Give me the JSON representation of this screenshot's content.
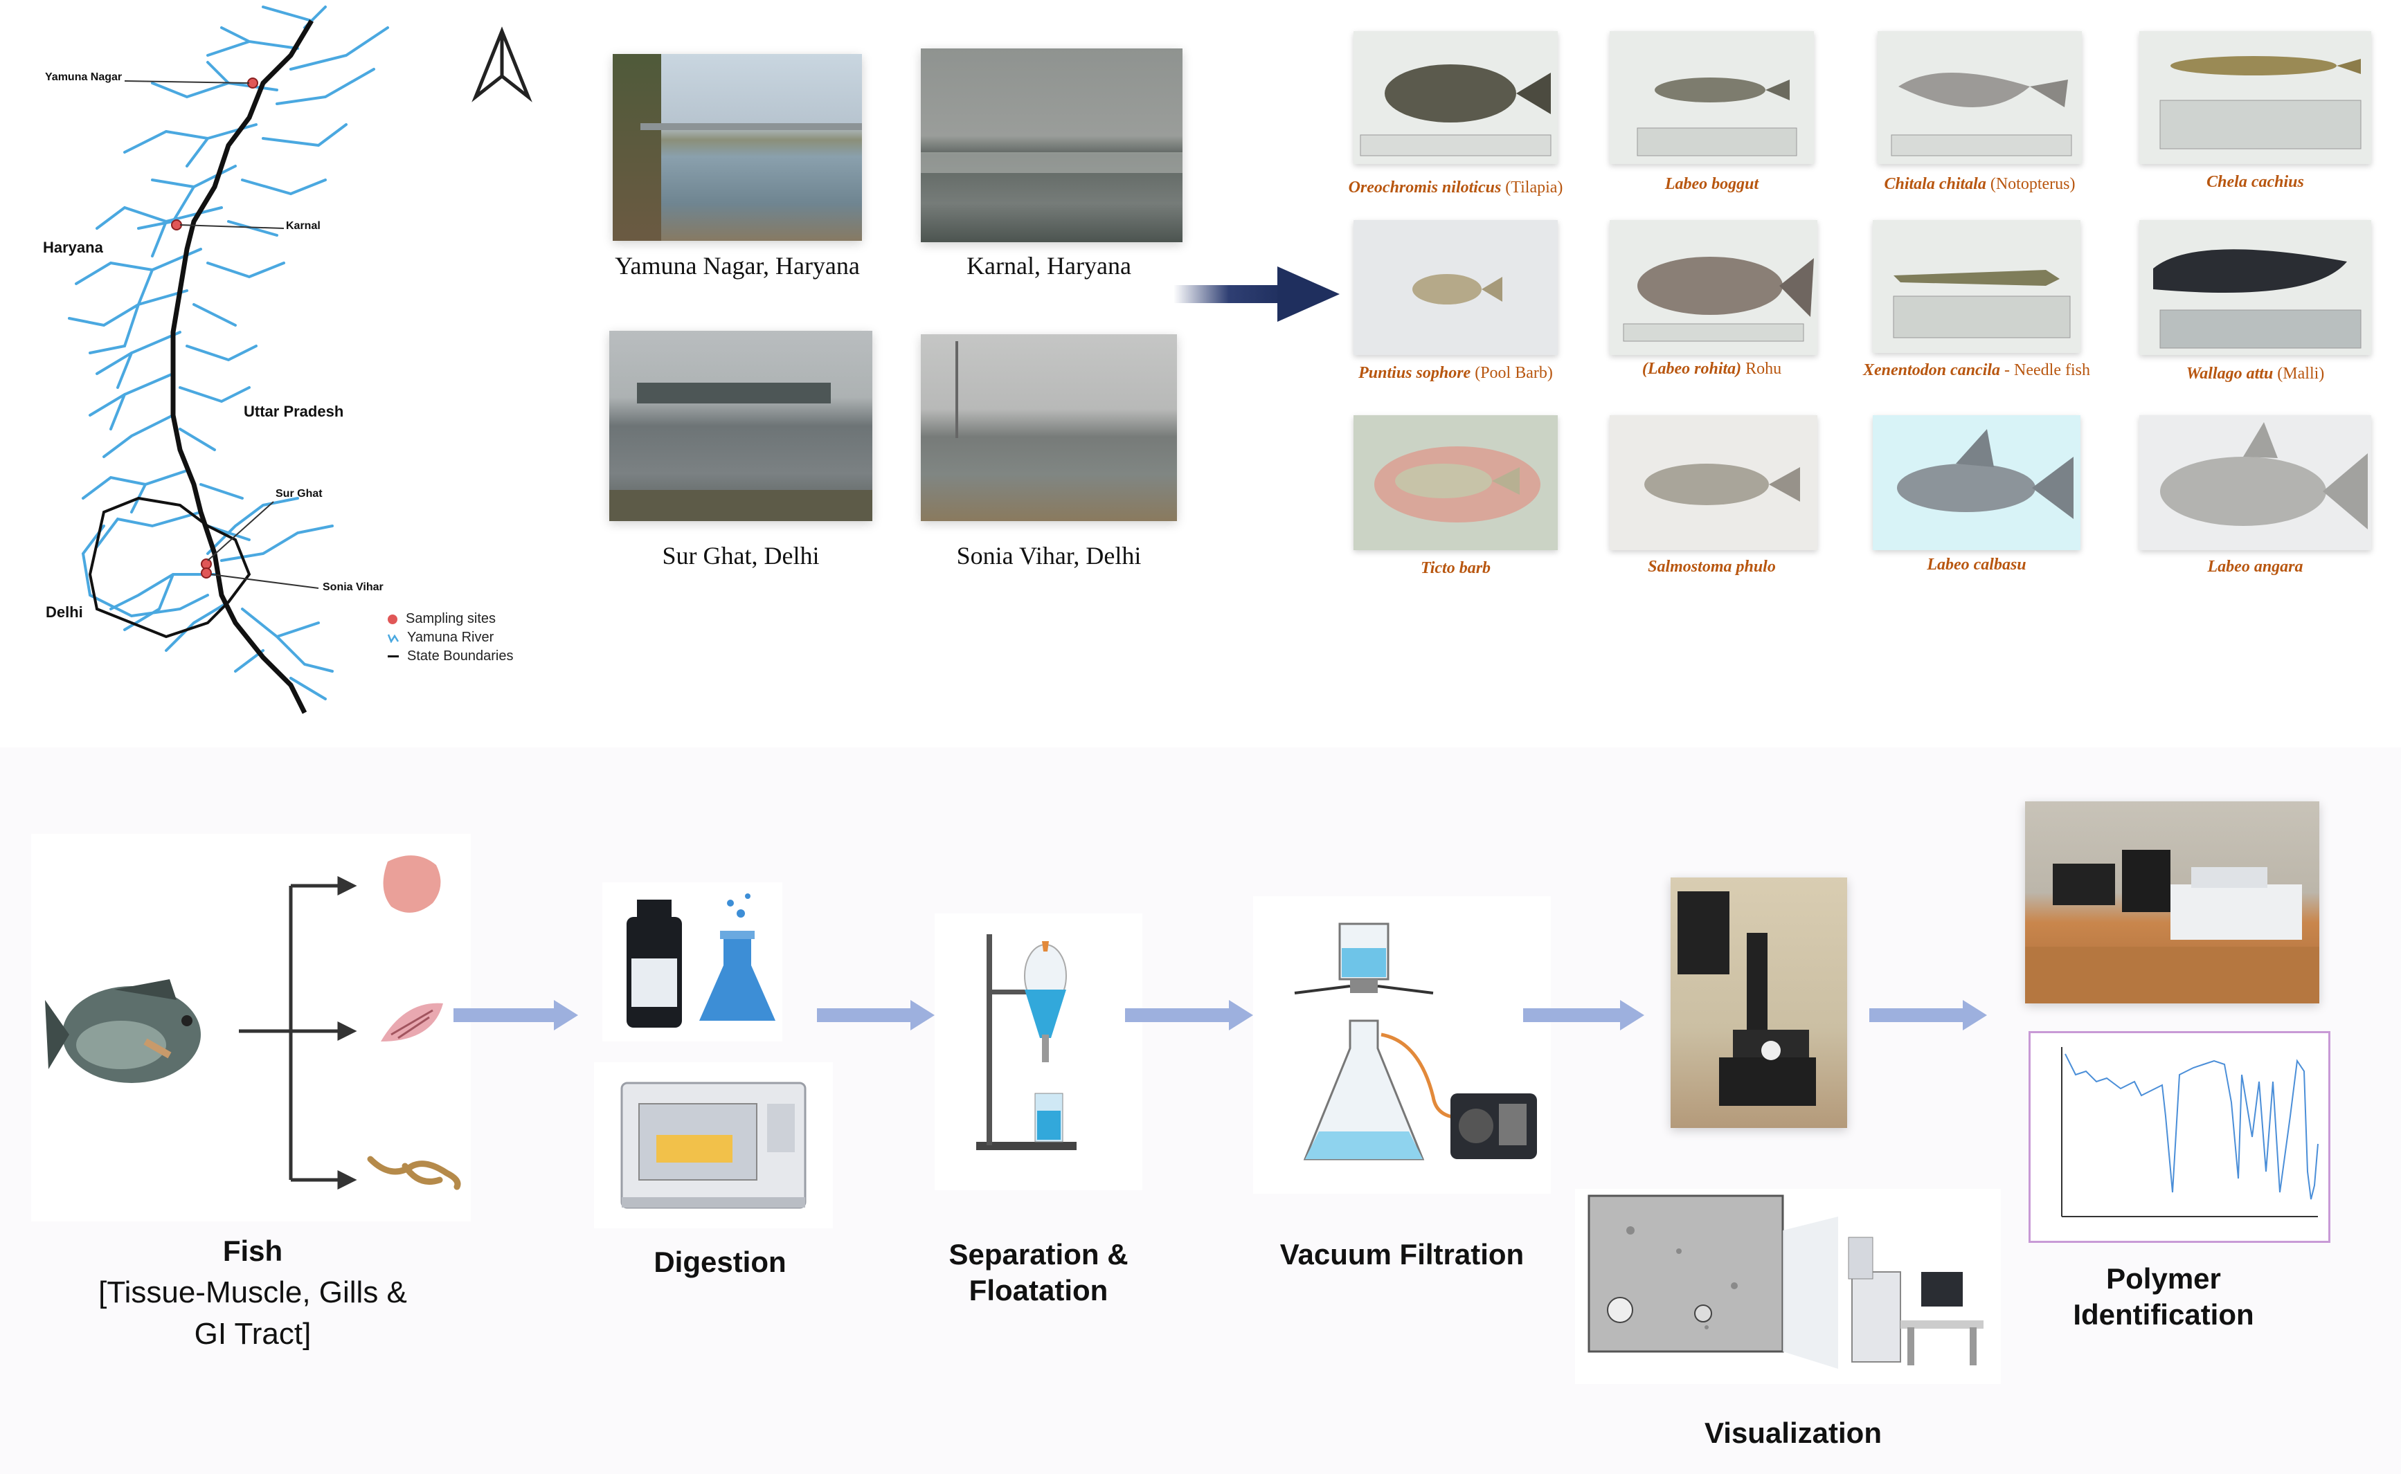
{
  "map": {
    "state_labels": {
      "haryana": "Haryana",
      "uttar_pradesh": "Uttar Pradesh",
      "delhi": "Delhi"
    },
    "site_labels": {
      "yamuna_nagar": "Yamuna Nagar",
      "karnal": "Karnal",
      "sur_ghat": "Sur Ghat",
      "sonia_vihar": "Sonia Vihar"
    },
    "legend": [
      {
        "name": "sampling-sites",
        "label": "Sampling sites",
        "color": "#e05757"
      },
      {
        "name": "yamuna-river",
        "label": "Yamuna River",
        "color": "#4aa8e0"
      },
      {
        "name": "state-boundaries",
        "label": "State Boundaries",
        "color": "#111111"
      }
    ]
  },
  "sites": [
    {
      "caption": "Yamuna Nagar, Haryana"
    },
    {
      "caption": "Karnal, Haryana"
    },
    {
      "caption": "Sur Ghat, Delhi"
    },
    {
      "caption": "Sonia Vihar, Delhi"
    }
  ],
  "fish_species": [
    {
      "bold": "Oreochromis niloticus",
      "plain": " (Tilapia)"
    },
    {
      "bold": "Labeo boggut",
      "plain": ""
    },
    {
      "bold": "Chitala chitala",
      "plain": " (Notopterus)"
    },
    {
      "bold": "Chela cachius",
      "plain": ""
    },
    {
      "bold": "Puntius sophore",
      "plain": " (Pool Barb)"
    },
    {
      "bold": "(Labeo rohita)",
      "plain": " Rohu"
    },
    {
      "bold": "Xenentodon cancila",
      "plain": " - Needle fish"
    },
    {
      "bold": "Wallago attu",
      "plain": " (Malli)"
    },
    {
      "bold": "Ticto barb",
      "plain": ""
    },
    {
      "bold": "Salmostoma phulo",
      "plain": ""
    },
    {
      "bold": "Labeo calbasu",
      "plain": ""
    },
    {
      "bold": "Labeo angara",
      "plain": ""
    }
  ],
  "workflow": {
    "fish_title": "Fish",
    "fish_subtitle": "[Tissue-Muscle, Gills & GI Tract]",
    "digestion": "Digestion",
    "separation": "Separation & Floatation",
    "vacuum": "Vacuum Filtration",
    "visualization": "Visualization",
    "polymer": "Polymer Identification"
  },
  "colors": {
    "river": "#4aa8e0",
    "navy_arrow": "#1f2f5e",
    "flow_arrow": "#9db0de",
    "fish_caption": "#b8560f"
  }
}
